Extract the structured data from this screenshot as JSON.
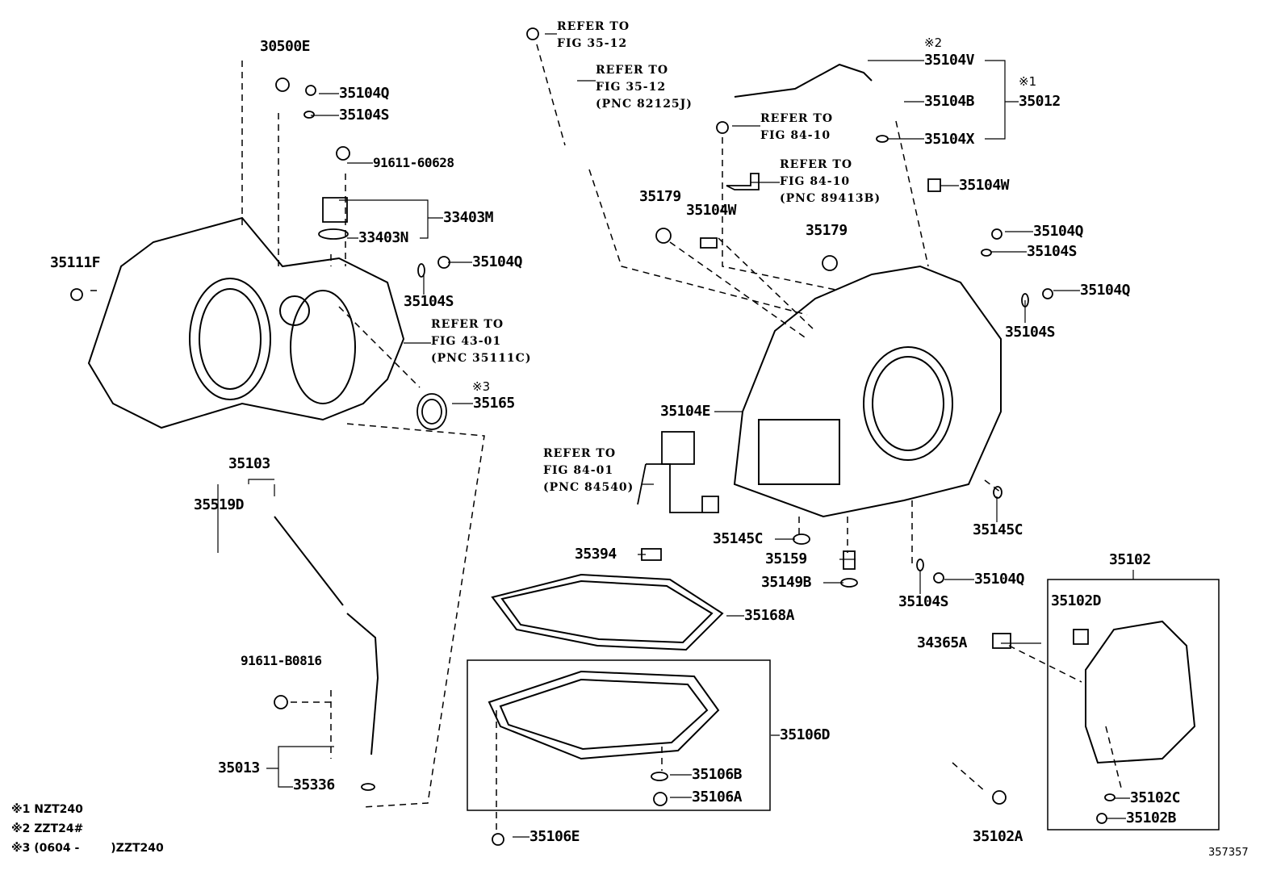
{
  "part_labels": [
    "30500E",
    "35104Q",
    "35104S",
    "91611-60628",
    "33403M",
    "33403N",
    "35111F",
    "35104Q",
    "35104S",
    "35165",
    "35103",
    "35519D",
    "91611-B0816",
    "35013",
    "35336",
    "35104V",
    "35104B",
    "35012",
    "35104X",
    "35104W",
    "35179",
    "35104W",
    "35179",
    "35104Q",
    "35104S",
    "35104Q",
    "35104S",
    "35104E",
    "35145C",
    "35145C",
    "35394",
    "35159",
    "35102",
    "35149B",
    "35104Q",
    "35104S",
    "35102D",
    "35168A",
    "34365A",
    "35106D",
    "35106B",
    "35106A",
    "35102C",
    "35102B",
    "35106E",
    "35102A"
  ],
  "references": [
    {
      "line1": "REFER TO",
      "line2": "FIG 43-01",
      "line3": "(PNC 35111C)"
    },
    {
      "line1": "REFER TO",
      "line2": "FIG 35-12"
    },
    {
      "line1": "REFER TO",
      "line2": "FIG 35-12",
      "line3": "(PNC 82125J)"
    },
    {
      "line1": "REFER TO",
      "line2": "FIG 84-10"
    },
    {
      "line1": "REFER TO",
      "line2": "FIG 84-10",
      "line3": "(PNC 89413B)"
    },
    {
      "line1": "REFER TO",
      "line2": "FIG 84-01",
      "line3": "(PNC 84540)"
    }
  ],
  "marks": [
    "※3",
    "※2",
    "※1"
  ],
  "footnotes": [
    "※1 NZT240",
    "※2 ZZT24#",
    "※3 (0604 -        )ZZT240"
  ],
  "figure_number": "357357"
}
